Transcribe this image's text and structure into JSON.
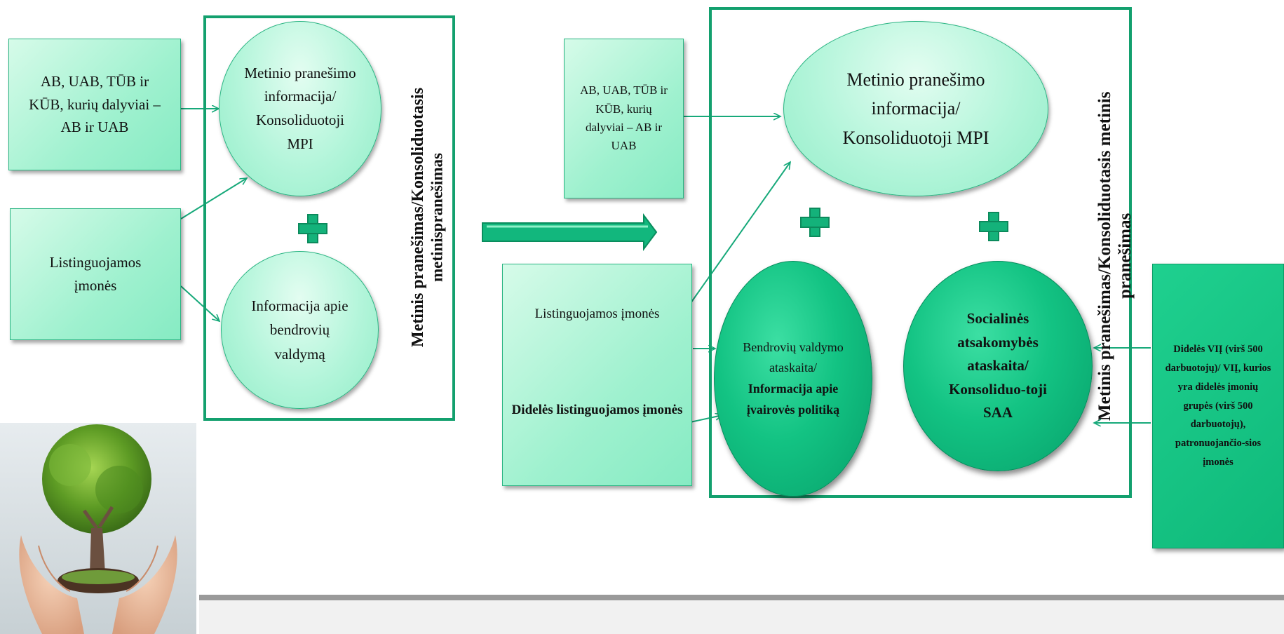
{
  "left": {
    "box_ab": "AB, UAB, TŪB ir KŪB, kurių dalyviai – AB ir UAB",
    "box_listed": "Listinguojamos įmonės",
    "oval_top": "Metinio pranešimo informacija/ Konsoliduotoji MPI",
    "oval_bottom": "Informacija apie bendrovių valdymą",
    "frame_label_1": "Metinis pranešimas/Konsoliduotasis",
    "frame_label_2": "metinispranešimas"
  },
  "right": {
    "box_ab": "AB, UAB, TŪB ir KŪB, kurių dalyviai – AB ir UAB",
    "box_listed": "Listinguojamos įmonės",
    "box_large_listed": "Didelės listinguojamos įmonės",
    "oval_top": "Metinio pranešimo informacija/ Konsoliduotoji MPI",
    "oval_gov_line1": "Bendrovių valdymo ataskaita/",
    "oval_gov_line2": "Informacija apie įvairovės politiką",
    "oval_csr": "Socialinės atsakomybės ataskaita/ Konsoliduo-toji SAA",
    "frame_label_1": "Metinis pranešimas/Konsoliduotasis metinis",
    "frame_label_2": "pranešimas",
    "box_large_pie": "Didelės VIĮ (virš 500 darbuotojų)/ VIĮ, kurios yra didelės įmonių grupės (virš 500 darbuotojų), patronuojančio-sios įmonės"
  },
  "colors": {
    "accent": "#13a06e",
    "light_fill": "#a7f2d4",
    "dark_fill": "#12c080"
  },
  "icons": [
    "plus-icon",
    "big-arrow-icon",
    "tree-in-hands-image"
  ]
}
